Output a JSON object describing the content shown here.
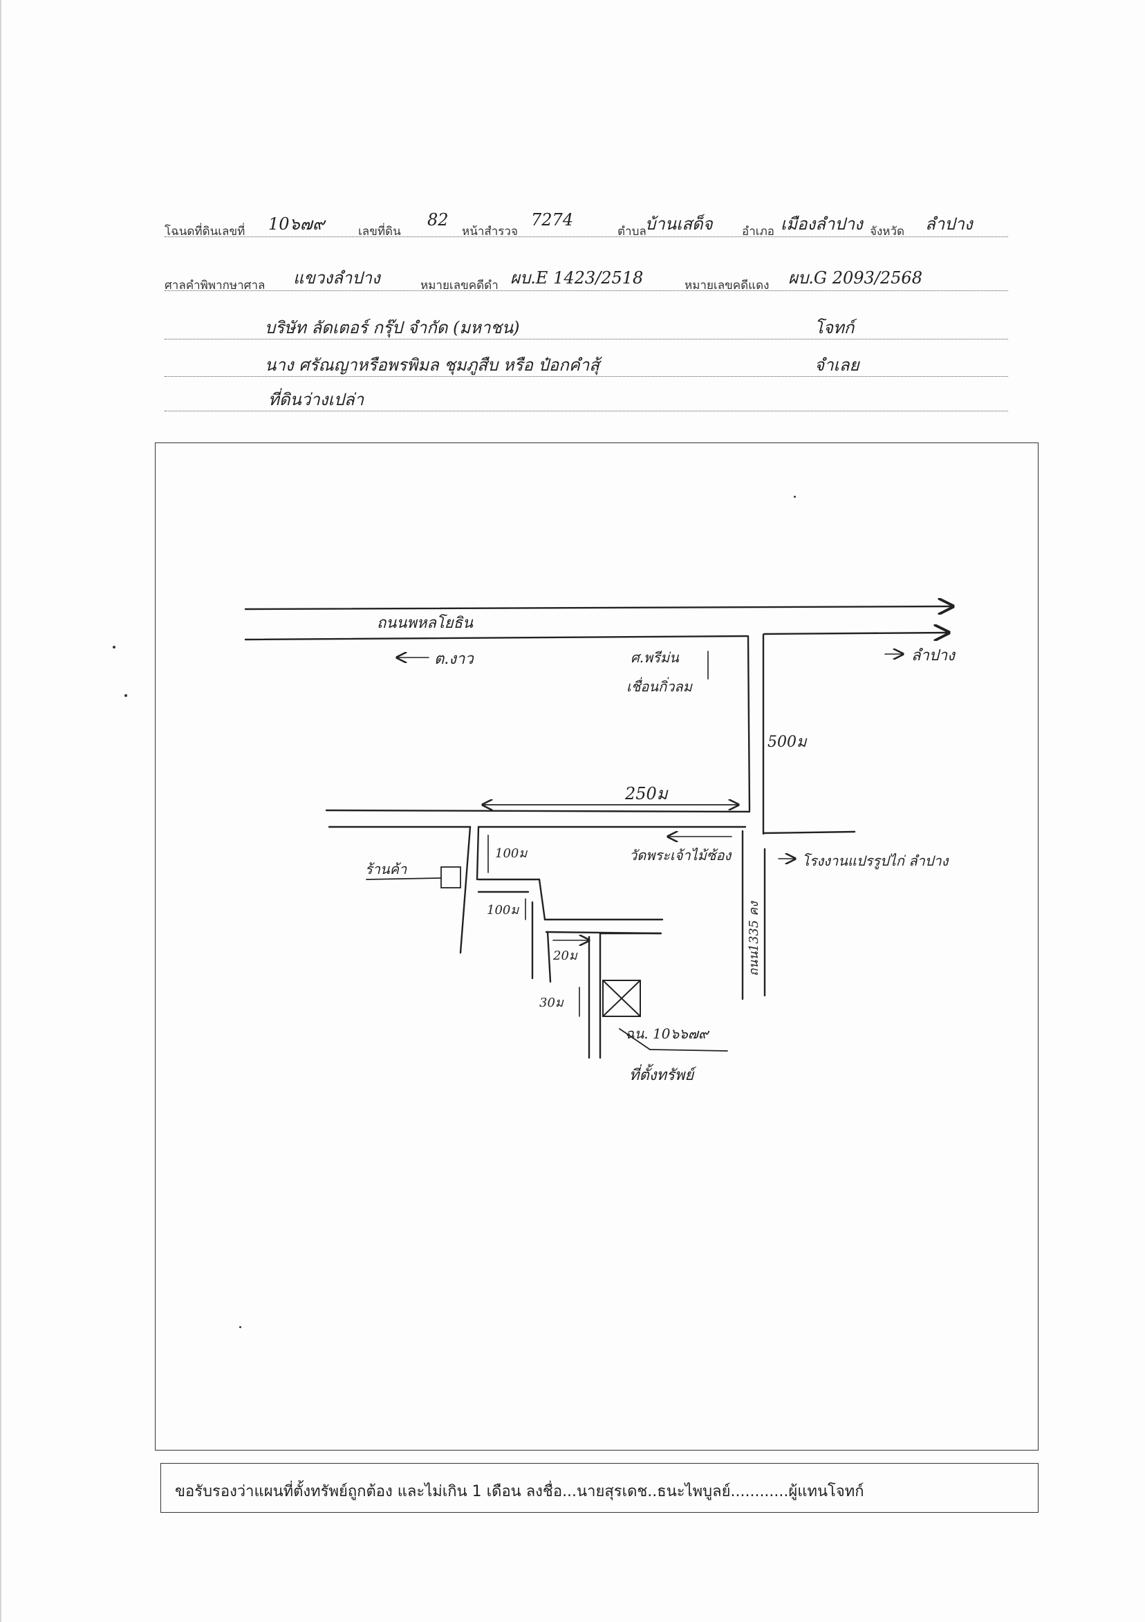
{
  "header": {
    "row1": {
      "deed_label": "โฉนดที่ดินเลขที่",
      "deed_value": "10๖๗๙",
      "land_no_label": "เลขที่ดิน",
      "land_no_value": "82",
      "survey_page_label": "หน้าสำรวจ",
      "survey_page_value": "7274",
      "subdistrict_label": "ตำบล",
      "subdistrict_value": "บ้านเสด็จ",
      "district_label": "อำเภอ",
      "district_value": "เมืองลำปาง",
      "province_label": "จังหวัด",
      "province_value": "ลำปาง"
    },
    "row2": {
      "court_label": "ศาลคำพิพากษาศาล",
      "court_value": "แขวงลำปาง",
      "black_case_label": "หมายเลขคดีดำ",
      "black_case_value": "ผบ.E 1423/2518",
      "red_case_label": "หมายเลขคดีแดง",
      "red_case_value": "ผบ.G 2093/2568"
    },
    "plaintiff_name": "บริษัท ลัดเตอร์ กรุ๊ป จำกัด (มหาชน)",
    "plaintiff_role": "โจทก์",
    "defendant_name": "นาง ศรัณญาหรือพรพิมล ชุมภูสืบ หรือ ป๋อกคำสุ้",
    "defendant_role": "จำเลย",
    "land_note": "ที่ดินว่างเปล่า"
  },
  "map": {
    "main_road": "ถนนพหลโยธิน",
    "to_left": "ต.งาว",
    "to_right": "ลำปาง",
    "landmark_top": "ศ.พรีม่น",
    "landmark_top2": "เชื่อนกิ่วลม",
    "dist_vertical": "500ม",
    "dist_horizontal": "250ม",
    "shop": "ร้านค้า",
    "temple": "วัดพระเจ้าไม้ซ้อง",
    "factory": "โรงงานแปรรูปไก่ ลำปาง",
    "side_road": "ถนน1335 คง",
    "dist_a": "100ม",
    "dist_b": "100ม",
    "dist_c": "20ม",
    "dist_d": "30ม",
    "parcel_label": "ฉน. 10๖๖๗๙",
    "property_label": "ที่ตั้งทรัพย์"
  },
  "footer": {
    "certification": "ขอรับรองว่าแผนที่ตั้งทรัพย์ถูกต้อง และไม่เกิน 1 เดือน ลงชื่อ...นายสุรเดช..ธนะไพบูลย์............ผู้แทนโจทก์"
  }
}
